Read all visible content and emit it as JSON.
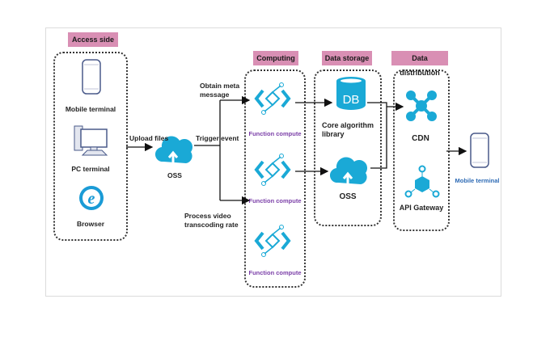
{
  "sections": {
    "access": {
      "title": "Access side",
      "items": [
        "Mobile terminal",
        "PC terminal",
        "Browser"
      ]
    },
    "computing": {
      "title": "Computing",
      "items": [
        "Function compute",
        "Function compute",
        "Function compute"
      ]
    },
    "storage": {
      "title": "Data storage",
      "items": [
        "Core algorithm library",
        "OSS"
      ]
    },
    "distribution": {
      "title": "Data distribution",
      "items": [
        "CDN",
        "API Gateway"
      ]
    }
  },
  "oss_center": {
    "label": "OSS"
  },
  "edge_labels": {
    "upload": "Upload files",
    "trigger": "Trigger event",
    "meta": "Obtain meta message",
    "video": "Process video transcoding rate"
  },
  "endpoint": {
    "label": "Mobile terminal"
  },
  "colors": {
    "header": "#d98fb4",
    "icon": "#1aa9d6",
    "function_label": "#7b3fa8",
    "endpoint_label": "#2e6bb5"
  }
}
